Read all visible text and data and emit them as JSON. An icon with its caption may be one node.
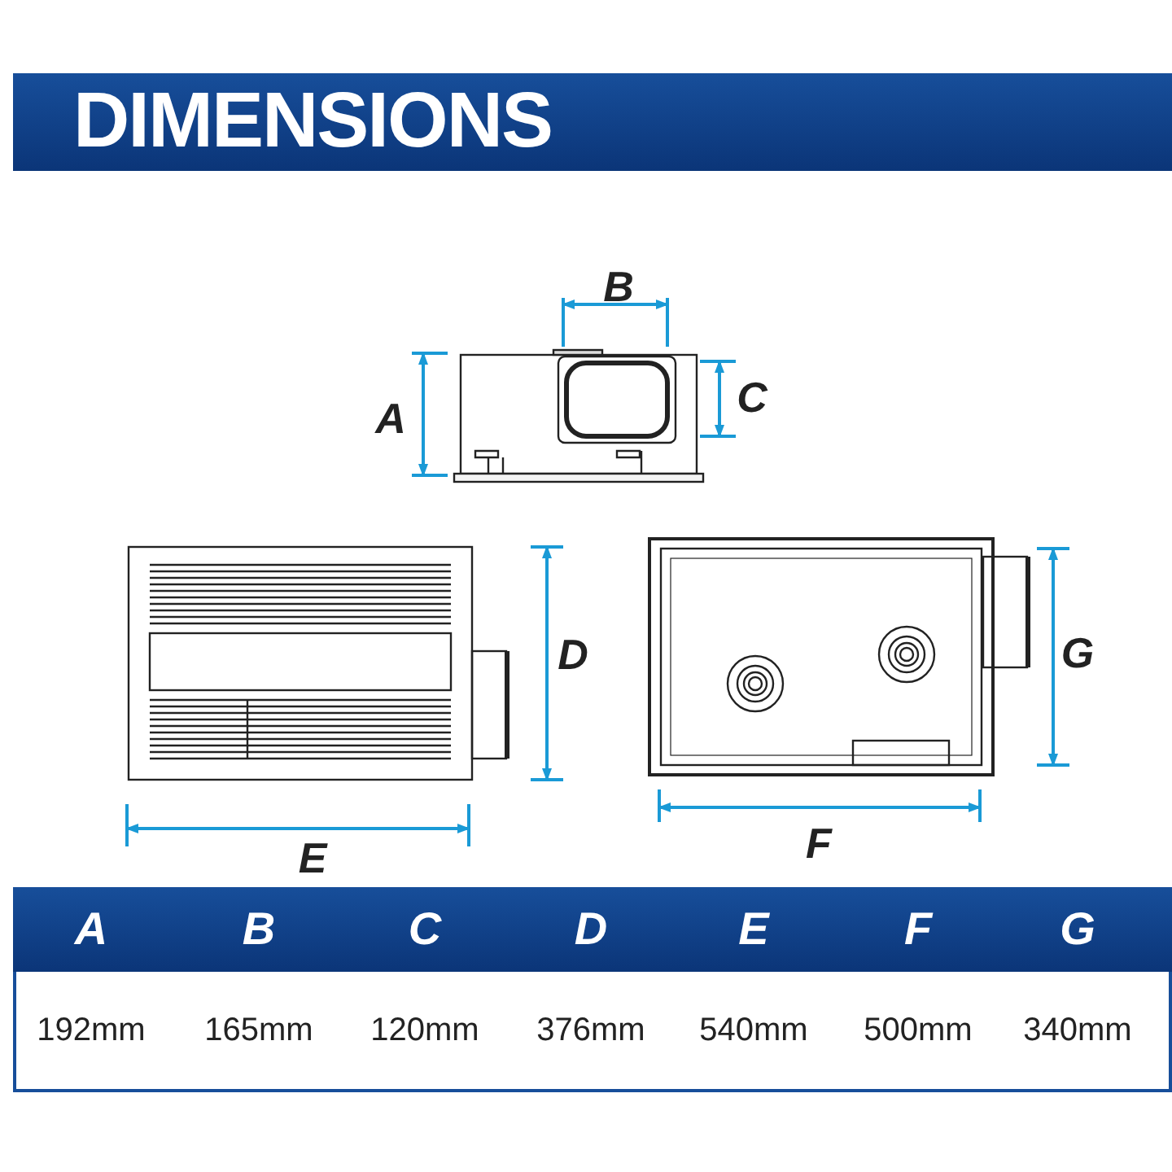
{
  "diagram": {
    "title": "DIMENSIONS",
    "labels": [
      "B",
      "A",
      "C",
      "D",
      "G",
      "E",
      "F",
      "A",
      "B",
      "C",
      "D",
      "E",
      "F",
      "G",
      "192mm",
      "165mm",
      "120mm",
      "376mm",
      "540mm",
      "500mm",
      "340mm"
    ]
  }
}
